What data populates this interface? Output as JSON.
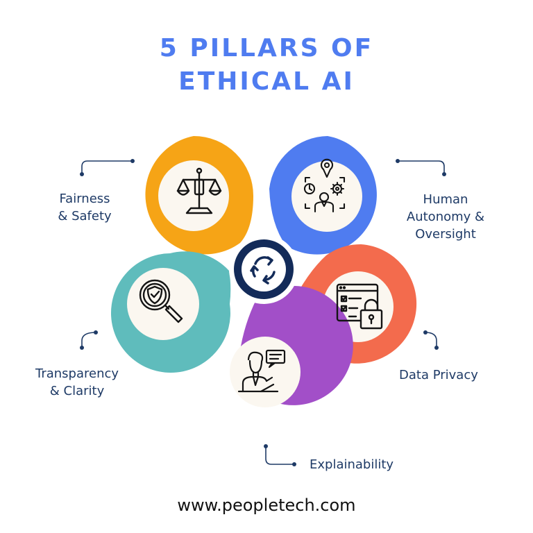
{
  "title": {
    "line1": "5 PILLARS OF",
    "line2": "ETHICAL AI"
  },
  "pillars": [
    {
      "line1": "Fairness",
      "line2": "& Safety",
      "icon": "balance-scale-icon",
      "color": "#f6a416"
    },
    {
      "line1": "Human",
      "line2": "Autonomy &",
      "line3": "Oversight",
      "icon": "person-gears-icon",
      "color": "#4f7cf0"
    },
    {
      "line1": "Data Privacy",
      "icon": "browser-lock-icon",
      "color": "#f36b4d"
    },
    {
      "line1": "Explainability",
      "icon": "presenter-chat-icon",
      "color": "#a24fc8"
    },
    {
      "line1": "Transparency",
      "line2": "& Clarity",
      "icon": "shield-magnifier-icon",
      "color": "#5fbcbc"
    }
  ],
  "center_icon": "cycle-arrows-icon",
  "colors": {
    "title": "#4f7cf0",
    "label_text": "#1e3a66",
    "connector": "#1e3a66",
    "inner_circle": "#fbf7f0",
    "center": "#132b59"
  },
  "footer": {
    "url": "www.peopletech.com"
  }
}
